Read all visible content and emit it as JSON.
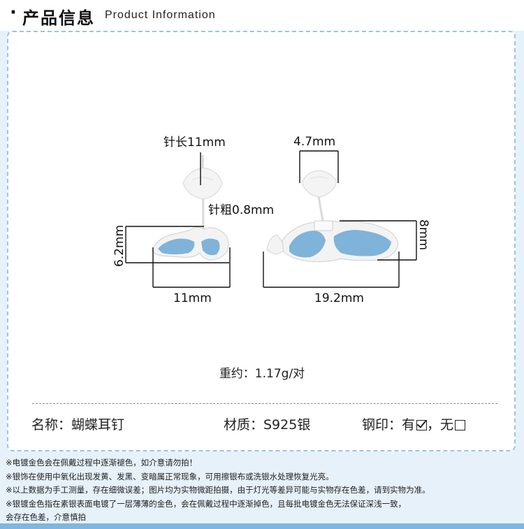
{
  "header": {
    "bullet": "·",
    "title_cn": "产品信息",
    "title_en": "Product Information"
  },
  "dimensions": {
    "pin_length": "针长11mm",
    "pin_thickness": "针粗0.8mm",
    "left_height": "6.2mm",
    "left_width": "11mm",
    "right_top": "4.7mm",
    "right_height": "8mm",
    "right_width": "19.2mm"
  },
  "weight": "重约：1.17g/对",
  "specs": {
    "name": "名称：蝴蝶耳钉",
    "material": "材质：S925银",
    "stamp_label": "钢印：",
    "stamp_yes": "有",
    "stamp_sep": "，",
    "stamp_no": "无"
  },
  "notes": [
    "※电镀金色会在佩戴过程中逐渐褪色，如介意请勿拍！",
    "※银饰在使用中氧化出现发黄、发黑、变暗属正常现象，可用擦银布或洗银水处理恢复光亮。",
    "※以上数据为手工测量，存在细微误差；图片均为实物微距拍摄，由于灯光等差异可能与实物存在色差，请到实物为准。",
    "※银镀金色指在素银表面电镀了一层薄薄的金色，会在佩戴过程中逐渐掉色，且每批电镀金色无法保证深浅一致，",
    "会存在色差，介意慎拍"
  ],
  "colors": {
    "background": "#e6f1fa",
    "panel_border": "#9cc3e3",
    "enamel_blue": "#7fb3d9",
    "silver": "#f2f2f2",
    "accent_bar": "#7fb6e2"
  }
}
